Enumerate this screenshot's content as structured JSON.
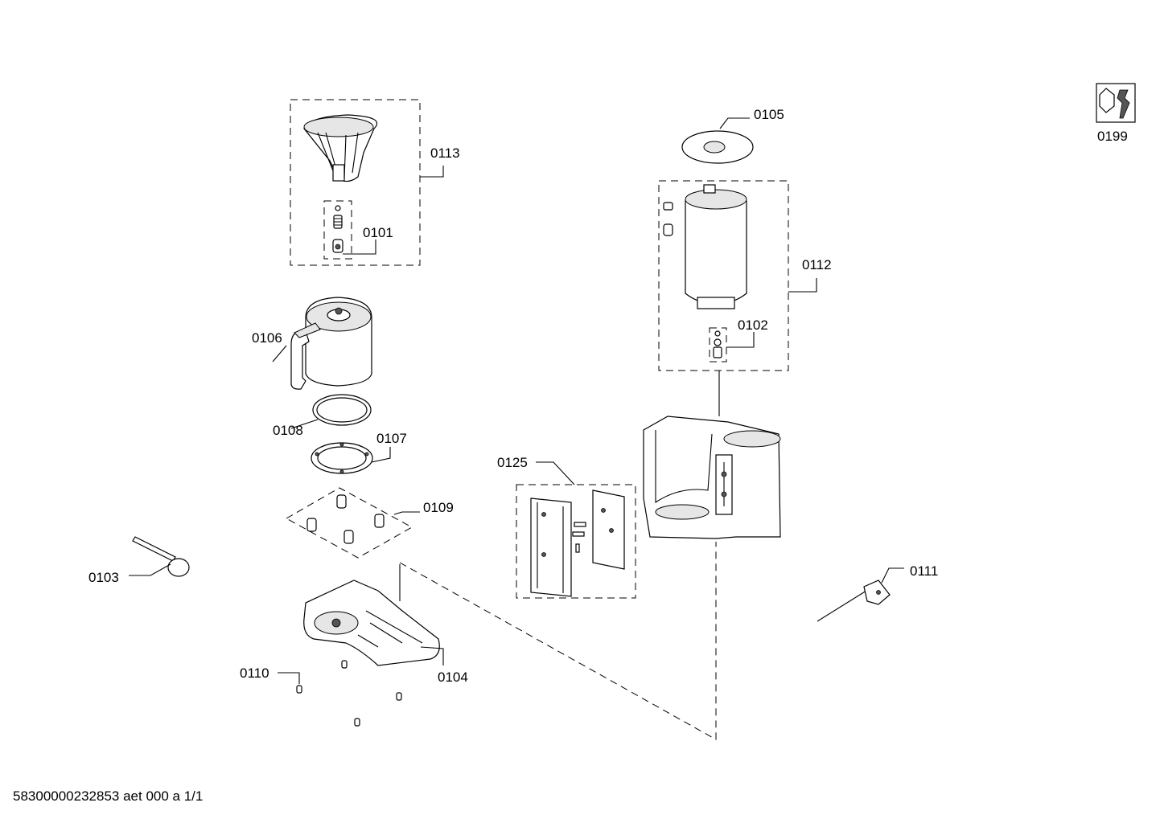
{
  "labels": {
    "p0101": "0101",
    "p0102": "0102",
    "p0103": "0103",
    "p0104": "0104",
    "p0105": "0105",
    "p0106": "0106",
    "p0107": "0107",
    "p0108": "0108",
    "p0109": "0109",
    "p0110": "0110",
    "p0111": "0111",
    "p0112": "0112",
    "p0113": "0113",
    "p0125": "0125",
    "p0199": "0199"
  },
  "footer": "58300000232853 aet 000 a 1/1"
}
